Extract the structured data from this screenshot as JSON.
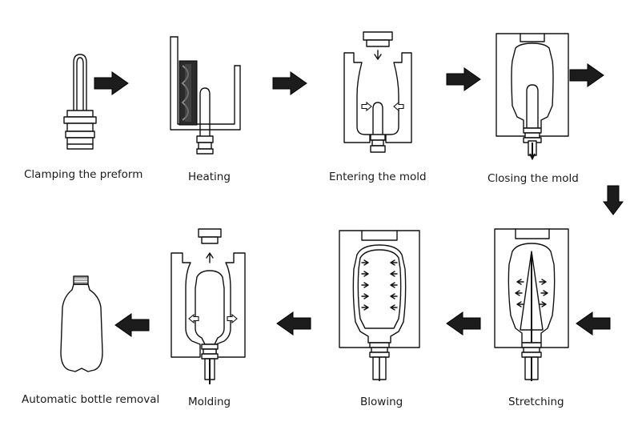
{
  "steps": [
    {
      "label": "Clamping the preform"
    },
    {
      "label": "Heating"
    },
    {
      "label": "Entering the mold"
    },
    {
      "label": "Closing the mold"
    },
    {
      "label": "Stretching"
    },
    {
      "label": "Blowing"
    },
    {
      "label": "Molding"
    },
    {
      "label": "Automatic bottle removal"
    }
  ],
  "colors": {
    "ink": "#111111",
    "arrow": "#1c1c1c",
    "background": "#ffffff"
  }
}
